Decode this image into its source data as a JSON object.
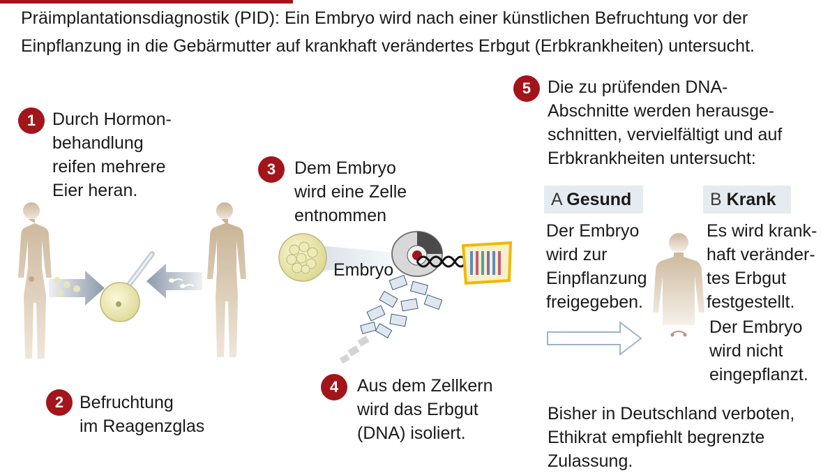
{
  "intro": "Präimplantationsdiagnostik (PID): Ein Embryo wird nach einer künstlichen Befruchtung vor der Einpflanzung in die Gebärmutter auf krankhaft verändertes Erbgut (Erbkrankheiten) untersucht.",
  "steps": [
    {
      "num": "1",
      "lines": [
        "Durch Hormon-",
        "behandlung",
        "reifen mehrere",
        "Eier heran."
      ]
    },
    {
      "num": "2",
      "lines": [
        "Befruchtung",
        "im Reagenzglas"
      ]
    },
    {
      "num": "3",
      "lines": [
        "Dem Embryo",
        "wird eine Zelle",
        "entnommen"
      ]
    },
    {
      "num": "4",
      "lines": [
        "Aus dem Zellkern",
        "wird das Erbgut",
        "(DNA) isoliert."
      ]
    },
    {
      "num": "5",
      "lines": [
        "Die zu prüfenden DNA-",
        "Abschnitte werden herausge-",
        "schnitten, vervielfältigt und auf",
        "Erbkrankheiten untersucht:"
      ]
    }
  ],
  "embryo_label": "Embryo",
  "outcome_a": {
    "letter": "A",
    "word": "Gesund",
    "lines": [
      "Der Embryo",
      "wird zur",
      "Einpflanzung",
      "freigegeben."
    ]
  },
  "outcome_b": {
    "letter": "B",
    "word": "Krank",
    "lines": [
      "Es wird krank-",
      "haft veränder-",
      "tes Erbgut",
      "festgestellt."
    ],
    "lines2": [
      "Der Embryo",
      "wird nicht",
      "eingepflanzt."
    ]
  },
  "footer": [
    "Bisher in Deutschland verboten,",
    "Ethikrat empfiehlt begrenzte",
    "Zulassung."
  ],
  "colors": {
    "badge": "#a3141b",
    "pill": "#e4ecf2",
    "figure": "#d8c9b4",
    "arrow": "#8d99aa",
    "egg": "#f0edb0"
  }
}
